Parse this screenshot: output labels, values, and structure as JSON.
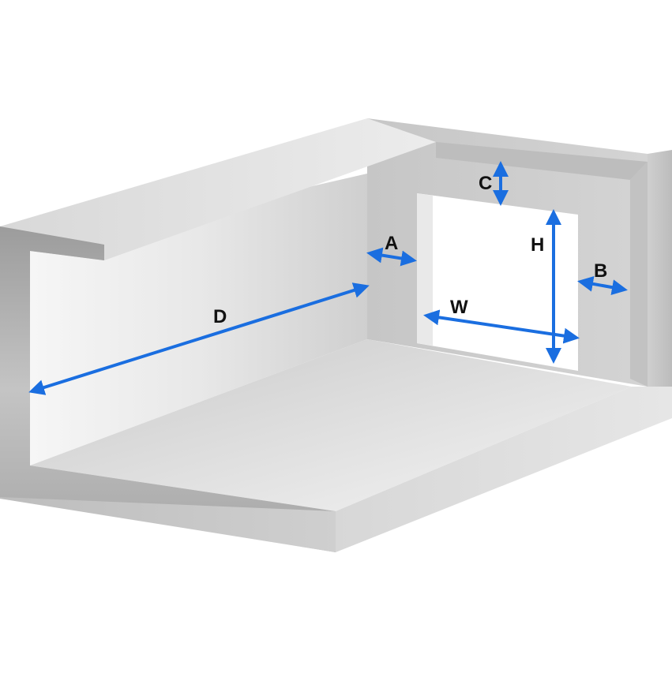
{
  "colors": {
    "arrow": "#1a6ee0",
    "label": "#111111",
    "background": "#ffffff"
  },
  "dimensions": {
    "d": "D",
    "a": "A",
    "c": "C",
    "h": "H",
    "w": "W",
    "b": "B"
  }
}
